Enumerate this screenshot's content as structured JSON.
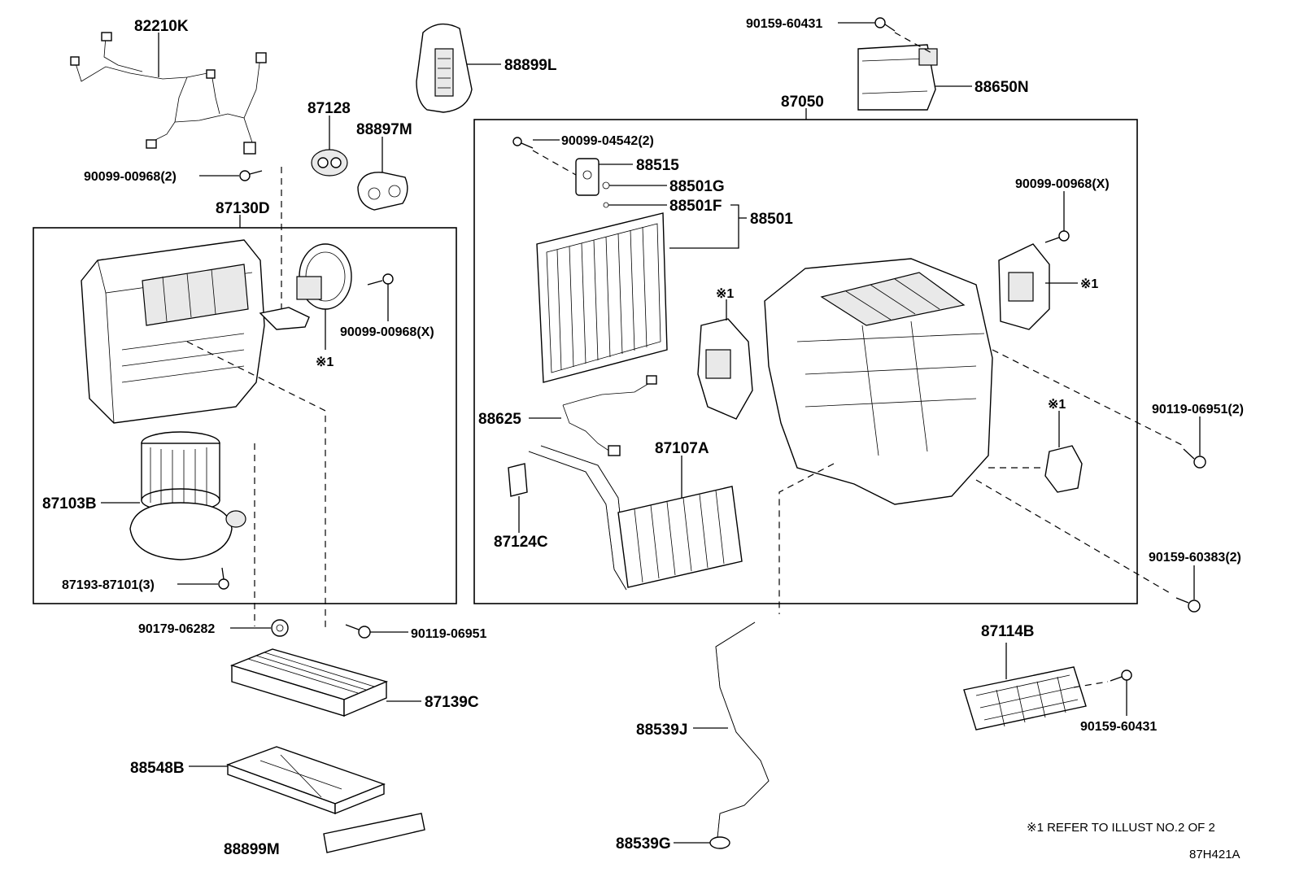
{
  "diagram": {
    "labels": {
      "p82210K": "82210K",
      "p90099_00968_2": "90099-00968(2)",
      "p87130D": "87130D",
      "p87128": "87128",
      "p88897M": "88897M",
      "p88899L": "88899L",
      "p90099_00968_X_left": "90099-00968(X)",
      "p_ref1_left": "※1",
      "p87103B": "87103B",
      "p87193_87101_3": "87193-87101(3)",
      "p90179_06282": "90179-06282",
      "p90119_06951_bottom": "90119-06951",
      "p87139C": "87139C",
      "p88548B": "88548B",
      "p88899M": "88899M",
      "p90159_60431_top": "90159-60431",
      "p88650N": "88650N",
      "p87050": "87050",
      "p90099_04542_2": "90099-04542(2)",
      "p88515": "88515",
      "p88501G": "88501G",
      "p88501F": "88501F",
      "p88501": "88501",
      "p90099_00968_X_right": "90099-00968(X)",
      "p_ref1_mid": "※1",
      "p_ref1_right_top": "※1",
      "p_ref1_right": "※1",
      "p88625": "88625",
      "p87107A": "87107A",
      "p87124C": "87124C",
      "p90119_06951_2": "90119-06951(2)",
      "p90159_60383_2": "90159-60383(2)",
      "p87114B": "87114B",
      "p90159_60431_bottom": "90159-60431",
      "p88539J": "88539J",
      "p88539G": "88539G"
    },
    "note": "※1 REFER TO ILLUST NO.2 OF 2",
    "illust_code": "87H421A"
  }
}
